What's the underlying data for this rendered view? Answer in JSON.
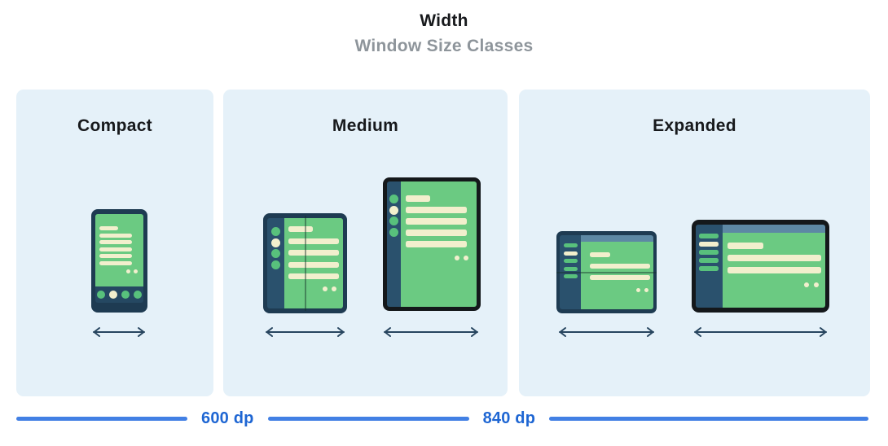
{
  "header": {
    "title": "Width",
    "subtitle": "Window Size Classes"
  },
  "panels": [
    {
      "id": "compact",
      "label": "Compact",
      "devices": [
        "phone-portrait"
      ]
    },
    {
      "id": "medium",
      "label": "Medium",
      "devices": [
        "foldable-portrait",
        "tablet-portrait"
      ]
    },
    {
      "id": "expanded",
      "label": "Expanded",
      "devices": [
        "foldable-landscape",
        "tablet-landscape"
      ]
    }
  ],
  "ruler": {
    "labels": [
      "600 dp",
      "840 dp"
    ]
  },
  "icons": {
    "width_arrow": "double-headed horizontal arrow"
  },
  "colors": {
    "pageBg": "#ffffff",
    "panelBg": "#e5f1f9",
    "titleDark": "#17191c",
    "subtitleGray": "#8e959b",
    "frameNavy": "#1e3b52",
    "railNavy": "#2a516d",
    "navbarNavy": "#254862",
    "deviceBlack": "#14181b",
    "screenGreen": "#6bca82",
    "greenAccent": "#58c17c",
    "creamLine": "#f2efcd",
    "topbarBlue": "#5d88a4",
    "arrowNavy": "#27455f",
    "rulerBlue": "#4280e4",
    "rulerText": "#1e66d3",
    "foldShade": "rgba(23,48,43,0.45)"
  }
}
